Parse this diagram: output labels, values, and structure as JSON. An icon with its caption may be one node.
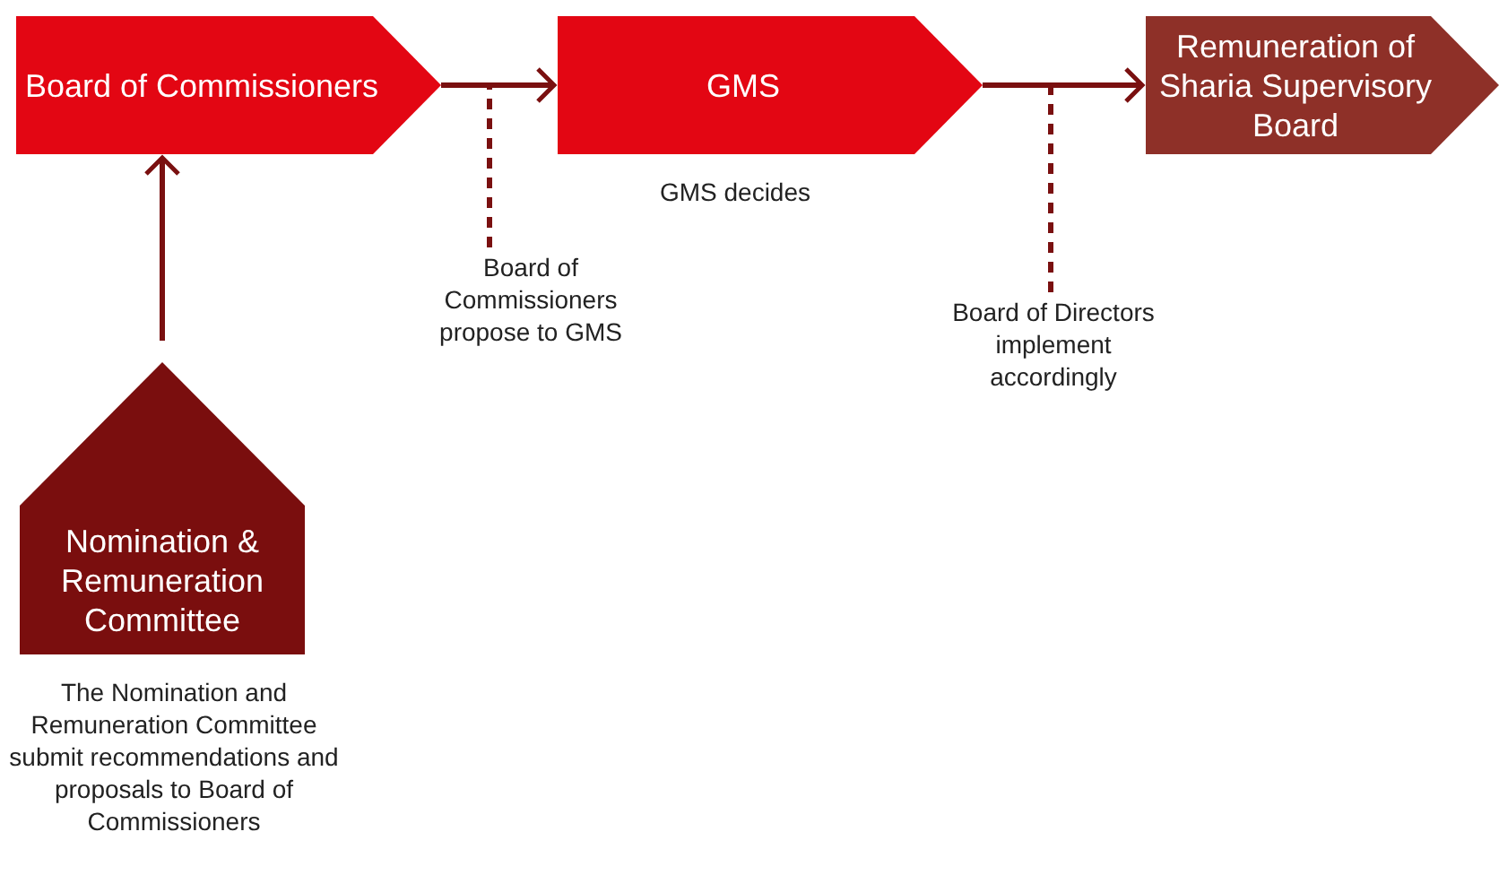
{
  "diagram": {
    "nodes": [
      {
        "text": [
          "Board of Commissioners"
        ]
      },
      {
        "text": [
          "GMS"
        ],
        "beside": [
          "GMS decides"
        ]
      },
      {
        "text": [
          "Remuneration of Sharia Supervisory Board"
        ]
      },
      {
        "text": [
          "Nomination & Remuneration Committee"
        ],
        "beside": [
          "The Nomination and Remuneration Committee submit recommendations and proposals to Board of Commissioners"
        ]
      },
      {
        "text": [
          "Board of Commissioners propose to GMS"
        ]
      },
      {
        "text": [
          "Board of Directors implement accordingly"
        ]
      }
    ],
    "edges": [
      {
        "from": 0,
        "to": 1,
        "arrow": "to"
      },
      {
        "from": 1,
        "to": 2,
        "arrow": "to"
      },
      {
        "from": 3,
        "to": 0,
        "arrow": "to"
      },
      {
        "from": 4,
        "to": null,
        "arrow": "none",
        "style": "dashed"
      },
      {
        "from": 5,
        "to": null,
        "arrow": "none",
        "style": "dashed"
      }
    ]
  }
}
